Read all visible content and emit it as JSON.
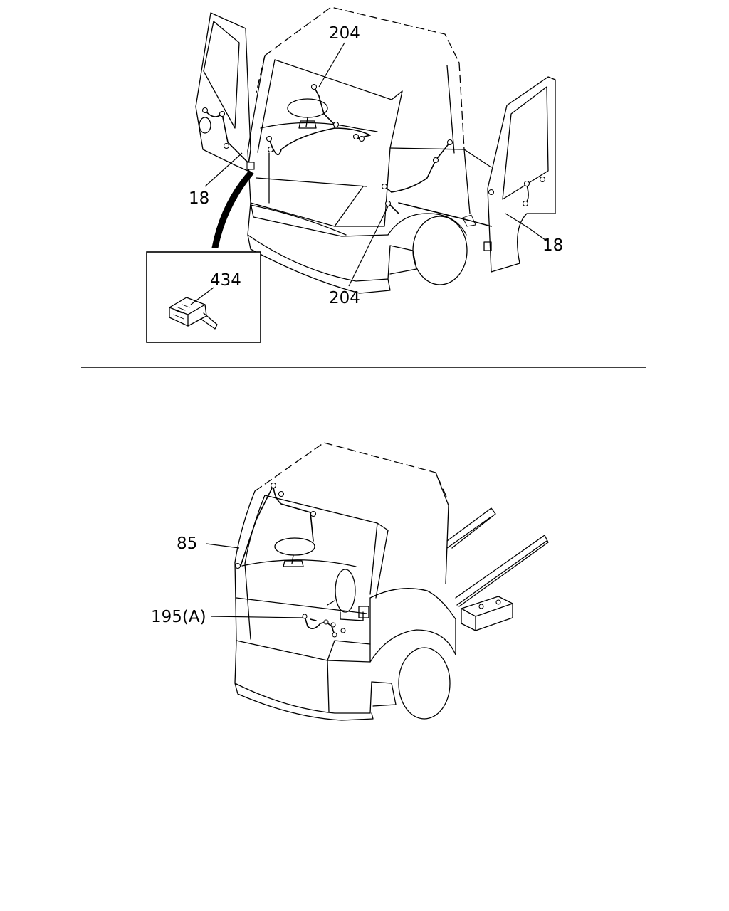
{
  "diagram": {
    "callouts_top": {
      "l204_top": "204",
      "l18_left": "18",
      "l434": "434",
      "l18_right": "18",
      "l204_bottom": "204"
    },
    "callouts_bottom": {
      "l85": "85",
      "l195a": "195(A)"
    }
  }
}
